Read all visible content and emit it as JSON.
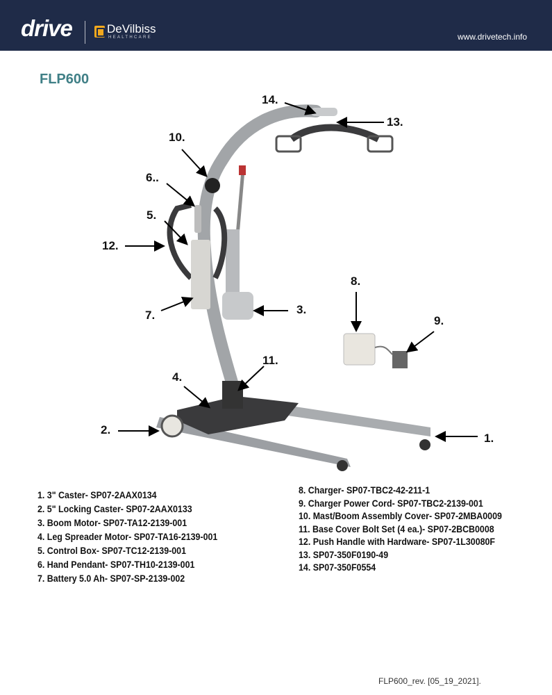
{
  "header": {
    "brand": "drive",
    "partner_name": "DeVilbiss",
    "partner_sub": "HEALTHCARE",
    "url": "www.drivetech.info"
  },
  "title": "FLP600",
  "callouts": [
    "1.",
    "2.",
    "3.",
    "4.",
    "5.",
    "6..",
    "7.",
    "8.",
    "9.",
    "10.",
    "11.",
    "12.",
    "13.",
    "14."
  ],
  "parts_left": [
    "1. 3\" Caster- SP07-2AAX0134",
    "2. 5\" Locking Caster- SP07-2AAX0133",
    "3. Boom Motor- SP07-TA12-2139-001",
    "4. Leg Spreader Motor- SP07-TA16-2139-001",
    "5. Control Box- SP07-TC12-2139-001",
    "6. Hand Pendant- SP07-TH10-2139-001",
    "7. Battery 5.0 Ah- SP07-SP-2139-002"
  ],
  "parts_right": [
    "8. Charger- SP07-TBC2-42-211-1",
    "9. Charger Power Cord- SP07-TBC2-2139-001",
    "10. Mast/Boom Assembly Cover- SP07-2MBA0009",
    "11. Base Cover Bolt Set (4 ea.)- SP07-2BCB0008",
    "12. Push Handle with Hardware- SP07-1L30080F",
    "13. SP07-350F0190-49",
    "14. SP07-350F0554"
  ],
  "footer": "FLP600_rev. [05_19_2021]."
}
